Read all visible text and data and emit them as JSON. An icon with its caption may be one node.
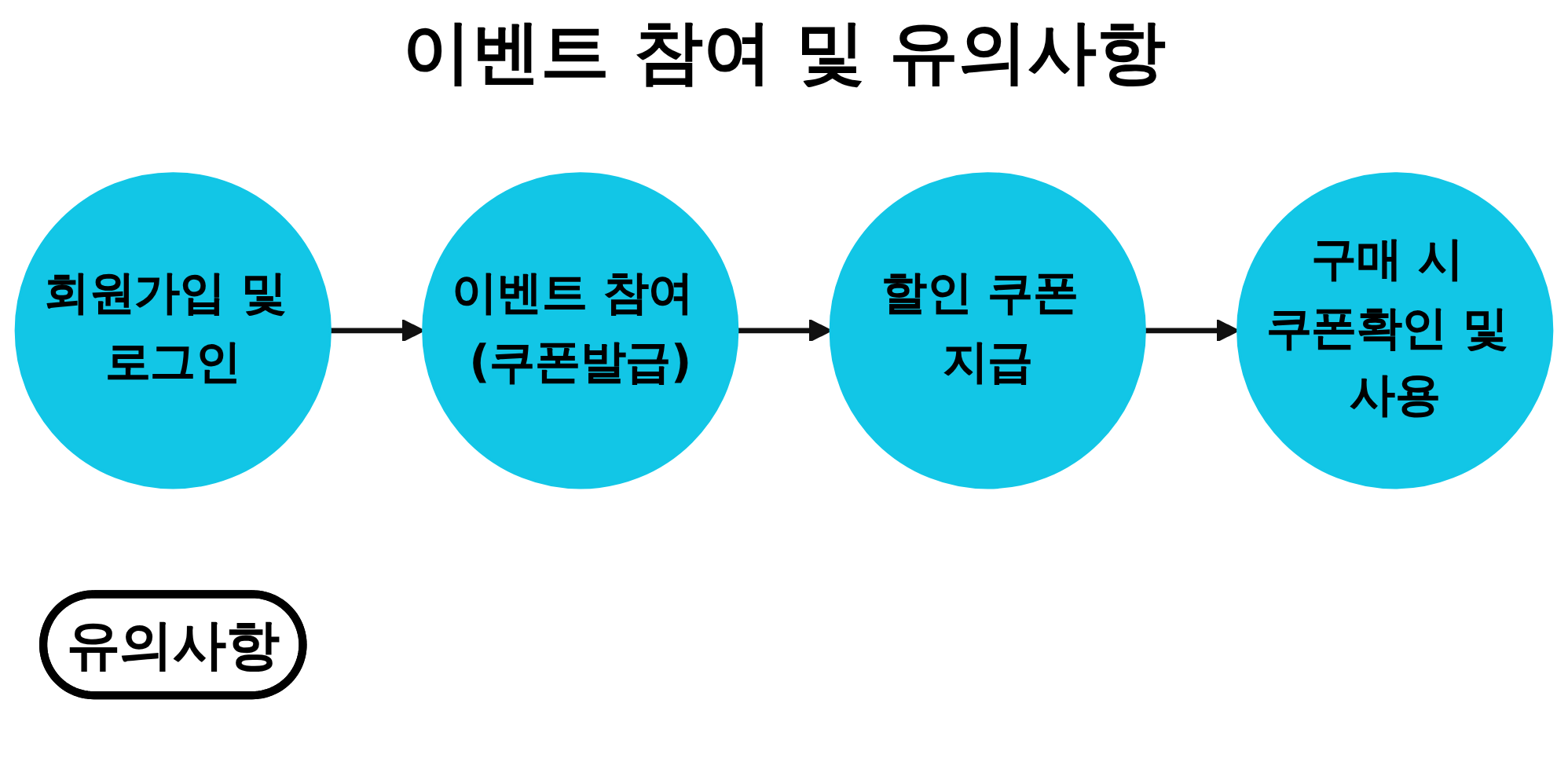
{
  "diagram": {
    "title": "이벤트 참여 및 유의사항",
    "nodes": [
      {
        "text": [
          "회원가입 및 로그인"
        ]
      },
      {
        "text": [
          "이벤트 참여 (쿠폰발급)"
        ]
      },
      {
        "text": [
          "할인 쿠폰 지급"
        ]
      },
      {
        "text": [
          "구매 시 쿠폰확인 및 사용"
        ]
      },
      {
        "text": [
          "유의사항"
        ]
      }
    ],
    "edges": [
      {
        "from": 0,
        "to": 1,
        "arrow": "to"
      },
      {
        "from": 1,
        "to": 2,
        "arrow": "to"
      },
      {
        "from": 2,
        "to": 3,
        "arrow": "to"
      }
    ]
  }
}
